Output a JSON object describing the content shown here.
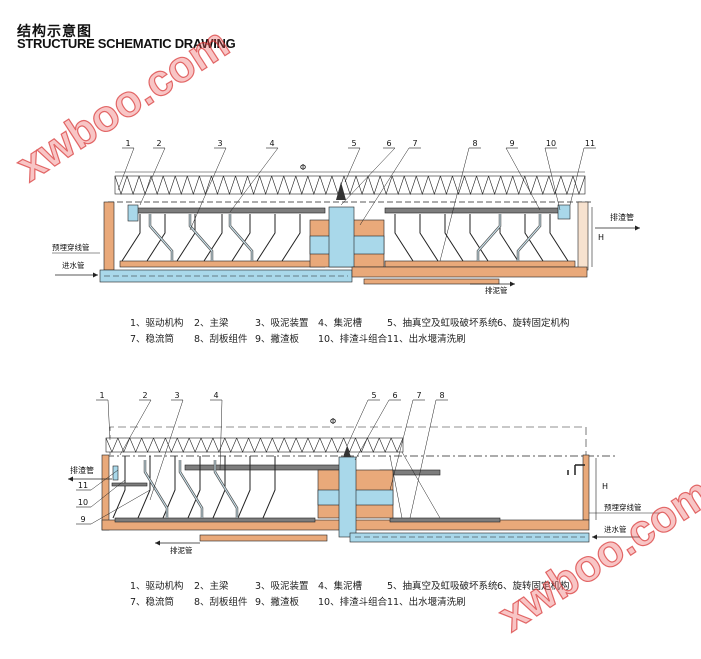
{
  "header": {
    "title_cn": "结构示意图",
    "title_en": "STRUCTURE SCHEMATIC DRAWING"
  },
  "watermark": "xwboo.com",
  "colors": {
    "sludge": "#e9a97a",
    "water": "#a9d8ea",
    "beam": "#7d7d7d",
    "line": "#222222"
  },
  "diagram1": {
    "callouts": [
      "1",
      "2",
      "3",
      "4",
      "5",
      "6",
      "7",
      "8",
      "9",
      "10",
      "11"
    ],
    "phi": "Φ",
    "h": "H",
    "pipe_labels": {
      "slag_pipe": "排渣管",
      "conduit": "预埋穿线管",
      "inlet": "进水管",
      "sludge_pipe": "排泥管"
    }
  },
  "legend1": [
    "1、驱动机构",
    "2、主梁",
    "3、吸泥装置",
    "4、集泥槽",
    "5、抽真空及虹吸破坏系统",
    "6、旋转固定机构",
    "7、稳流筒",
    "8、刮板组件",
    "9、撇渣板",
    "10、排渣斗组合",
    "11、出水堰清洗刷"
  ],
  "diagram2": {
    "callouts": [
      "1",
      "2",
      "3",
      "4",
      "5",
      "6",
      "7",
      "8"
    ],
    "side_callouts": [
      "11",
      "10",
      "9"
    ],
    "phi": "Φ",
    "h": "H",
    "pipe_labels": {
      "slag_pipe": "排渣管",
      "conduit": "预埋穿线管",
      "inlet": "进水管",
      "sludge_pipe": "排泥管"
    }
  },
  "legend2": [
    "1、驱动机构",
    "2、主梁",
    "3、吸泥装置",
    "4、集泥槽",
    "5、抽真空及虹吸破坏系统",
    "6、旋转固定机构",
    "7、稳流筒",
    "8、刮板组件",
    "9、撇渣板",
    "10、排渣斗组合",
    "11、出水堰清洗刷"
  ]
}
